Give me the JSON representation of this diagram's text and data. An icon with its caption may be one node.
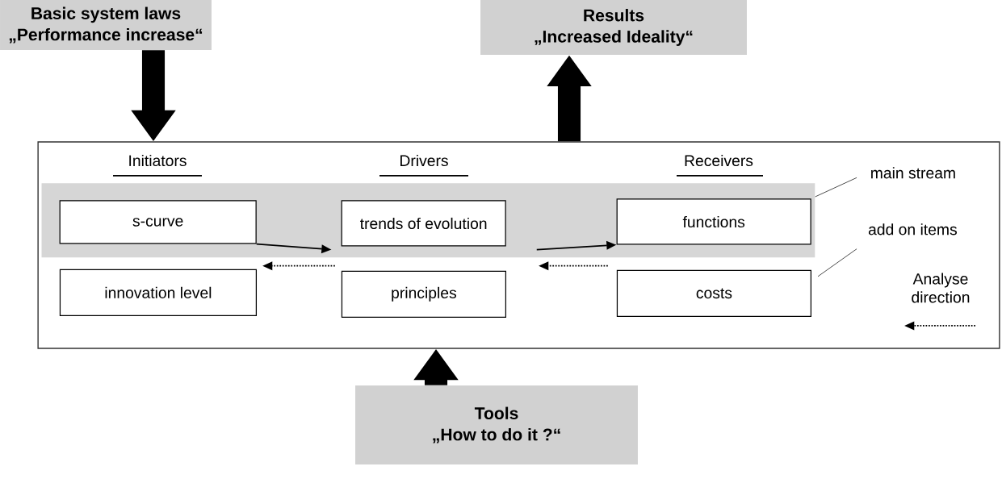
{
  "diagram": {
    "nodes": [
      {
        "text": [
          "Basic system laws",
          "„Performance increase“"
        ]
      },
      {
        "text": [
          "Results",
          "„Increased Ideality“"
        ]
      },
      {
        "text": [
          "Tools",
          "„How to do it ?“"
        ]
      },
      {
        "text": [],
        "shape": "box"
      },
      {
        "text": [],
        "shape": "box",
        "in": 3
      },
      {
        "text": [
          "s-curve"
        ],
        "in": 4
      },
      {
        "text": [
          "innovation level"
        ],
        "in": 3
      },
      {
        "text": [
          "trends of evolution"
        ],
        "in": 4
      },
      {
        "text": [
          "principles"
        ],
        "in": 3
      },
      {
        "text": [
          "functions"
        ],
        "in": 4
      },
      {
        "text": [
          "costs"
        ],
        "in": 3
      },
      {
        "text": [
          "main stream"
        ],
        "in": 3
      },
      {
        "text": [
          "add on items"
        ],
        "in": 3
      }
    ],
    "edges": [
      {
        "from": 0,
        "to": 3,
        "arrow": "to",
        "style": "thick"
      },
      {
        "from": 3,
        "to": 1,
        "arrow": "to",
        "style": "thick"
      },
      {
        "from": 2,
        "to": 3,
        "arrow": "to",
        "style": "thick"
      },
      {
        "from": 5,
        "to": 7,
        "arrow": "to"
      },
      {
        "from": 8,
        "to": 6,
        "arrow": "to",
        "style": "dashed"
      },
      {
        "from": 7,
        "to": 9,
        "arrow": "to"
      },
      {
        "from": 10,
        "to": 8,
        "arrow": "to",
        "style": "dashed"
      },
      {
        "from": 11,
        "to": 4,
        "arrow": "none"
      },
      {
        "from": 12,
        "to": 10,
        "arrow": "none"
      }
    ],
    "labels": [
      "Initiators",
      "Drivers",
      "Receivers"
    ],
    "legend": [
      {
        "text": "Analyse direction"
      }
    ]
  }
}
